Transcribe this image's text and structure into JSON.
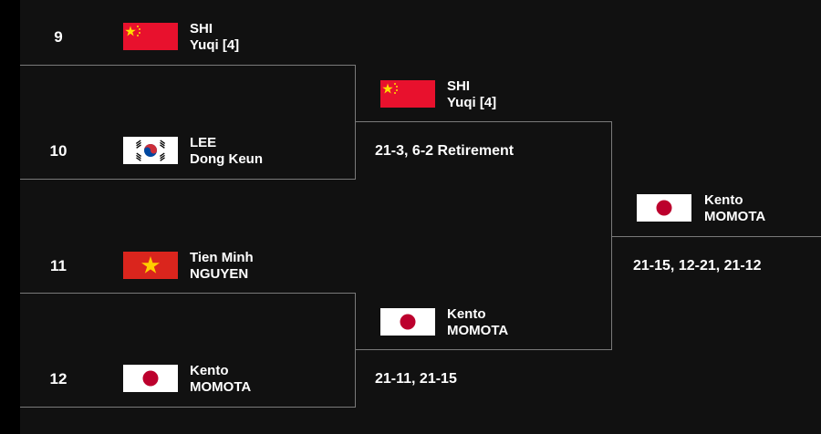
{
  "round1": [
    {
      "seed": "9",
      "country": "CHN",
      "line1": "SHI",
      "line2": "Yuqi [4]"
    },
    {
      "seed": "10",
      "country": "KOR",
      "line1": "LEE",
      "line2": "Dong Keun"
    },
    {
      "seed": "11",
      "country": "VIE",
      "line1": "Tien Minh",
      "line2": "NGUYEN"
    },
    {
      "seed": "12",
      "country": "JPN",
      "line1": "Kento",
      "line2": "MOMOTA"
    }
  ],
  "round2": [
    {
      "country": "CHN",
      "line1": "SHI",
      "line2": "Yuqi [4]",
      "score": "21-3, 6-2 Retirement"
    },
    {
      "country": "JPN",
      "line1": "Kento",
      "line2": "MOMOTA",
      "score": "21-11, 21-15"
    }
  ],
  "round3": [
    {
      "country": "JPN",
      "line1": "Kento",
      "line2": "MOMOTA",
      "score": "21-15, 12-21, 21-12"
    }
  ]
}
